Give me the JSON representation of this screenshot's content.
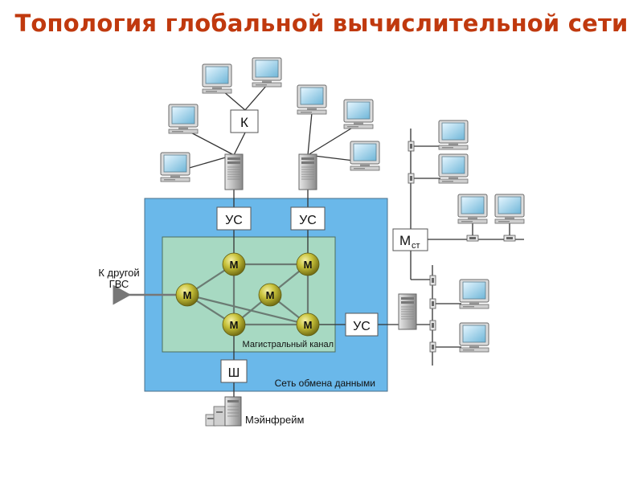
{
  "title": "Топология глобальной вычислительной сети",
  "labels": {
    "switch_node": "К",
    "comm_node": "УС",
    "main_node": "М",
    "gateway": "Ш",
    "mcst_main": "М",
    "mcst_sub": "ст",
    "other_net_line1": "К другой",
    "other_net_line2": "ГВС",
    "backbone": "Магистральный канал",
    "data_network": "Сеть обмена данными",
    "mainframe": "Мэйнфрейм"
  },
  "colors": {
    "title": "#c0390e",
    "data_network_fill": "#6ab8ea",
    "backbone_fill": "#a7d9c2",
    "node_fill": "#c8c23a",
    "box_border": "#555555"
  }
}
